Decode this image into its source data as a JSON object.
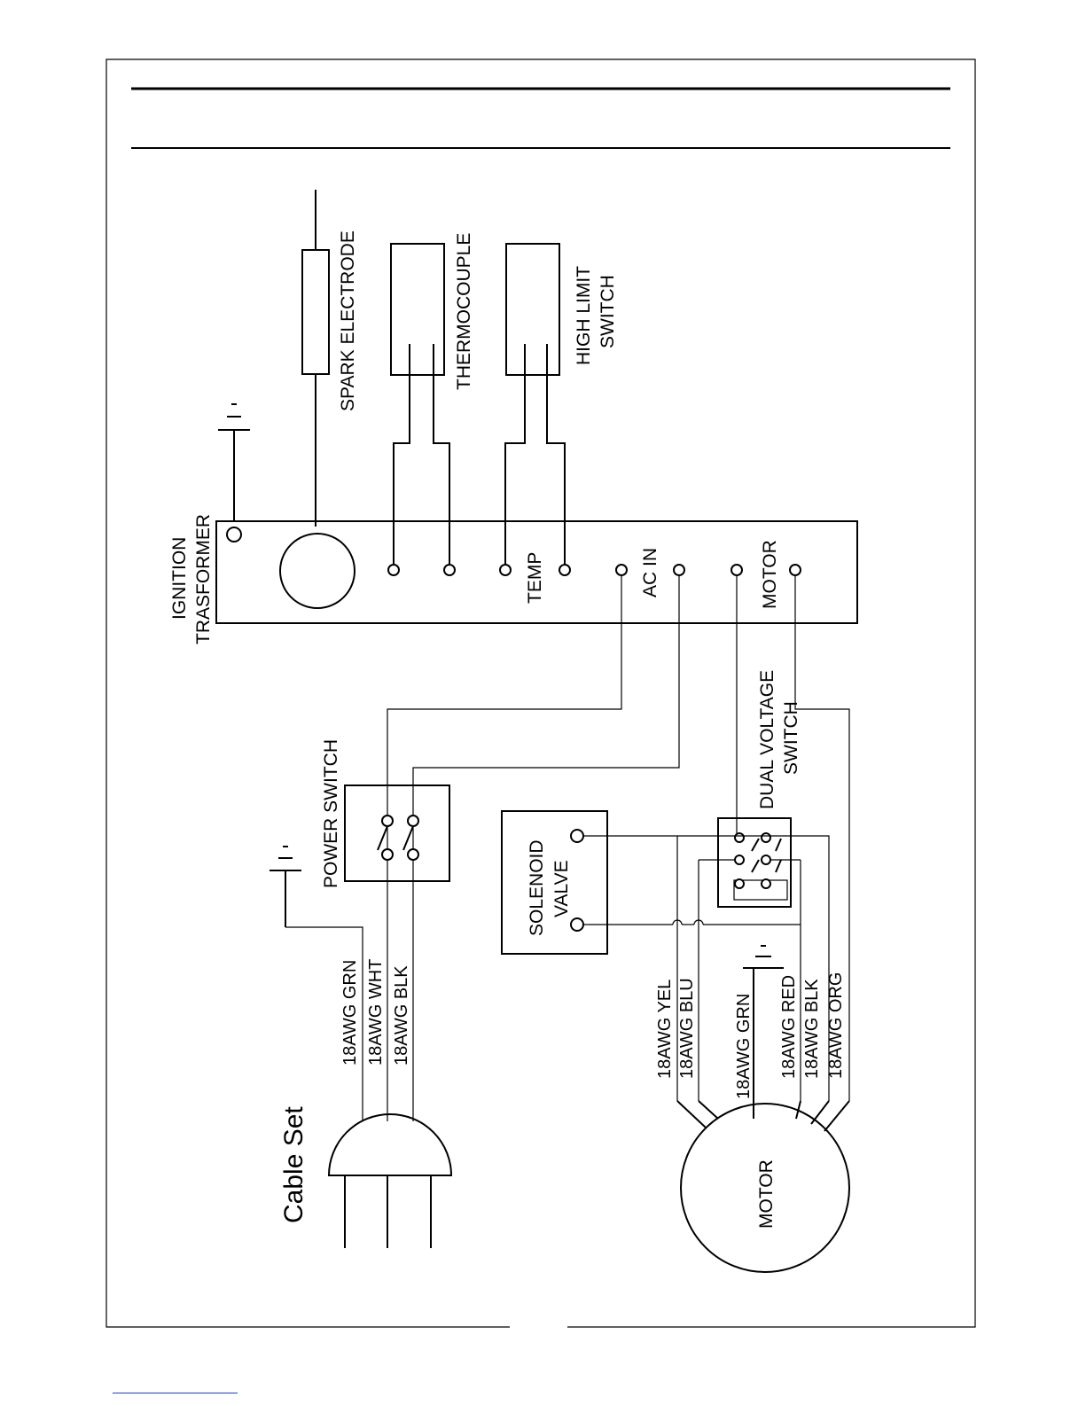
{
  "diagram": {
    "labels": {
      "spark_electrode": "SPARK ELECTRODE",
      "thermocouple": "THERMOCOUPLE",
      "high_limit_1": "HIGH LIMIT",
      "high_limit_2": "SWITCH",
      "ignition_1": "IGNITION",
      "ignition_2": "TRASFORMER",
      "temp": "TEMP",
      "ac_in": "AC IN",
      "motor_terminal": "MOTOR",
      "dual_voltage_1": "DUAL VOLTAGE",
      "dual_voltage_2": "SWITCH",
      "power_switch": "POWER SWITCH",
      "solenoid_1": "SOLENOID",
      "solenoid_2": "VALVE",
      "cable_set": "Cable Set",
      "motor": "MOTOR"
    },
    "cable_wires": [
      "18AWG GRN",
      "18AWG WHT",
      "18AWG BLK"
    ],
    "motor_wires": [
      "18AWG YEL",
      "18AWG BLU",
      "18AWG GRN",
      "18AWG RED",
      "18AWG BLK",
      "18AWG ORG"
    ],
    "colors": {
      "line": "#000000",
      "background": "#ffffff",
      "footer_link": "#1a3fd0"
    }
  }
}
